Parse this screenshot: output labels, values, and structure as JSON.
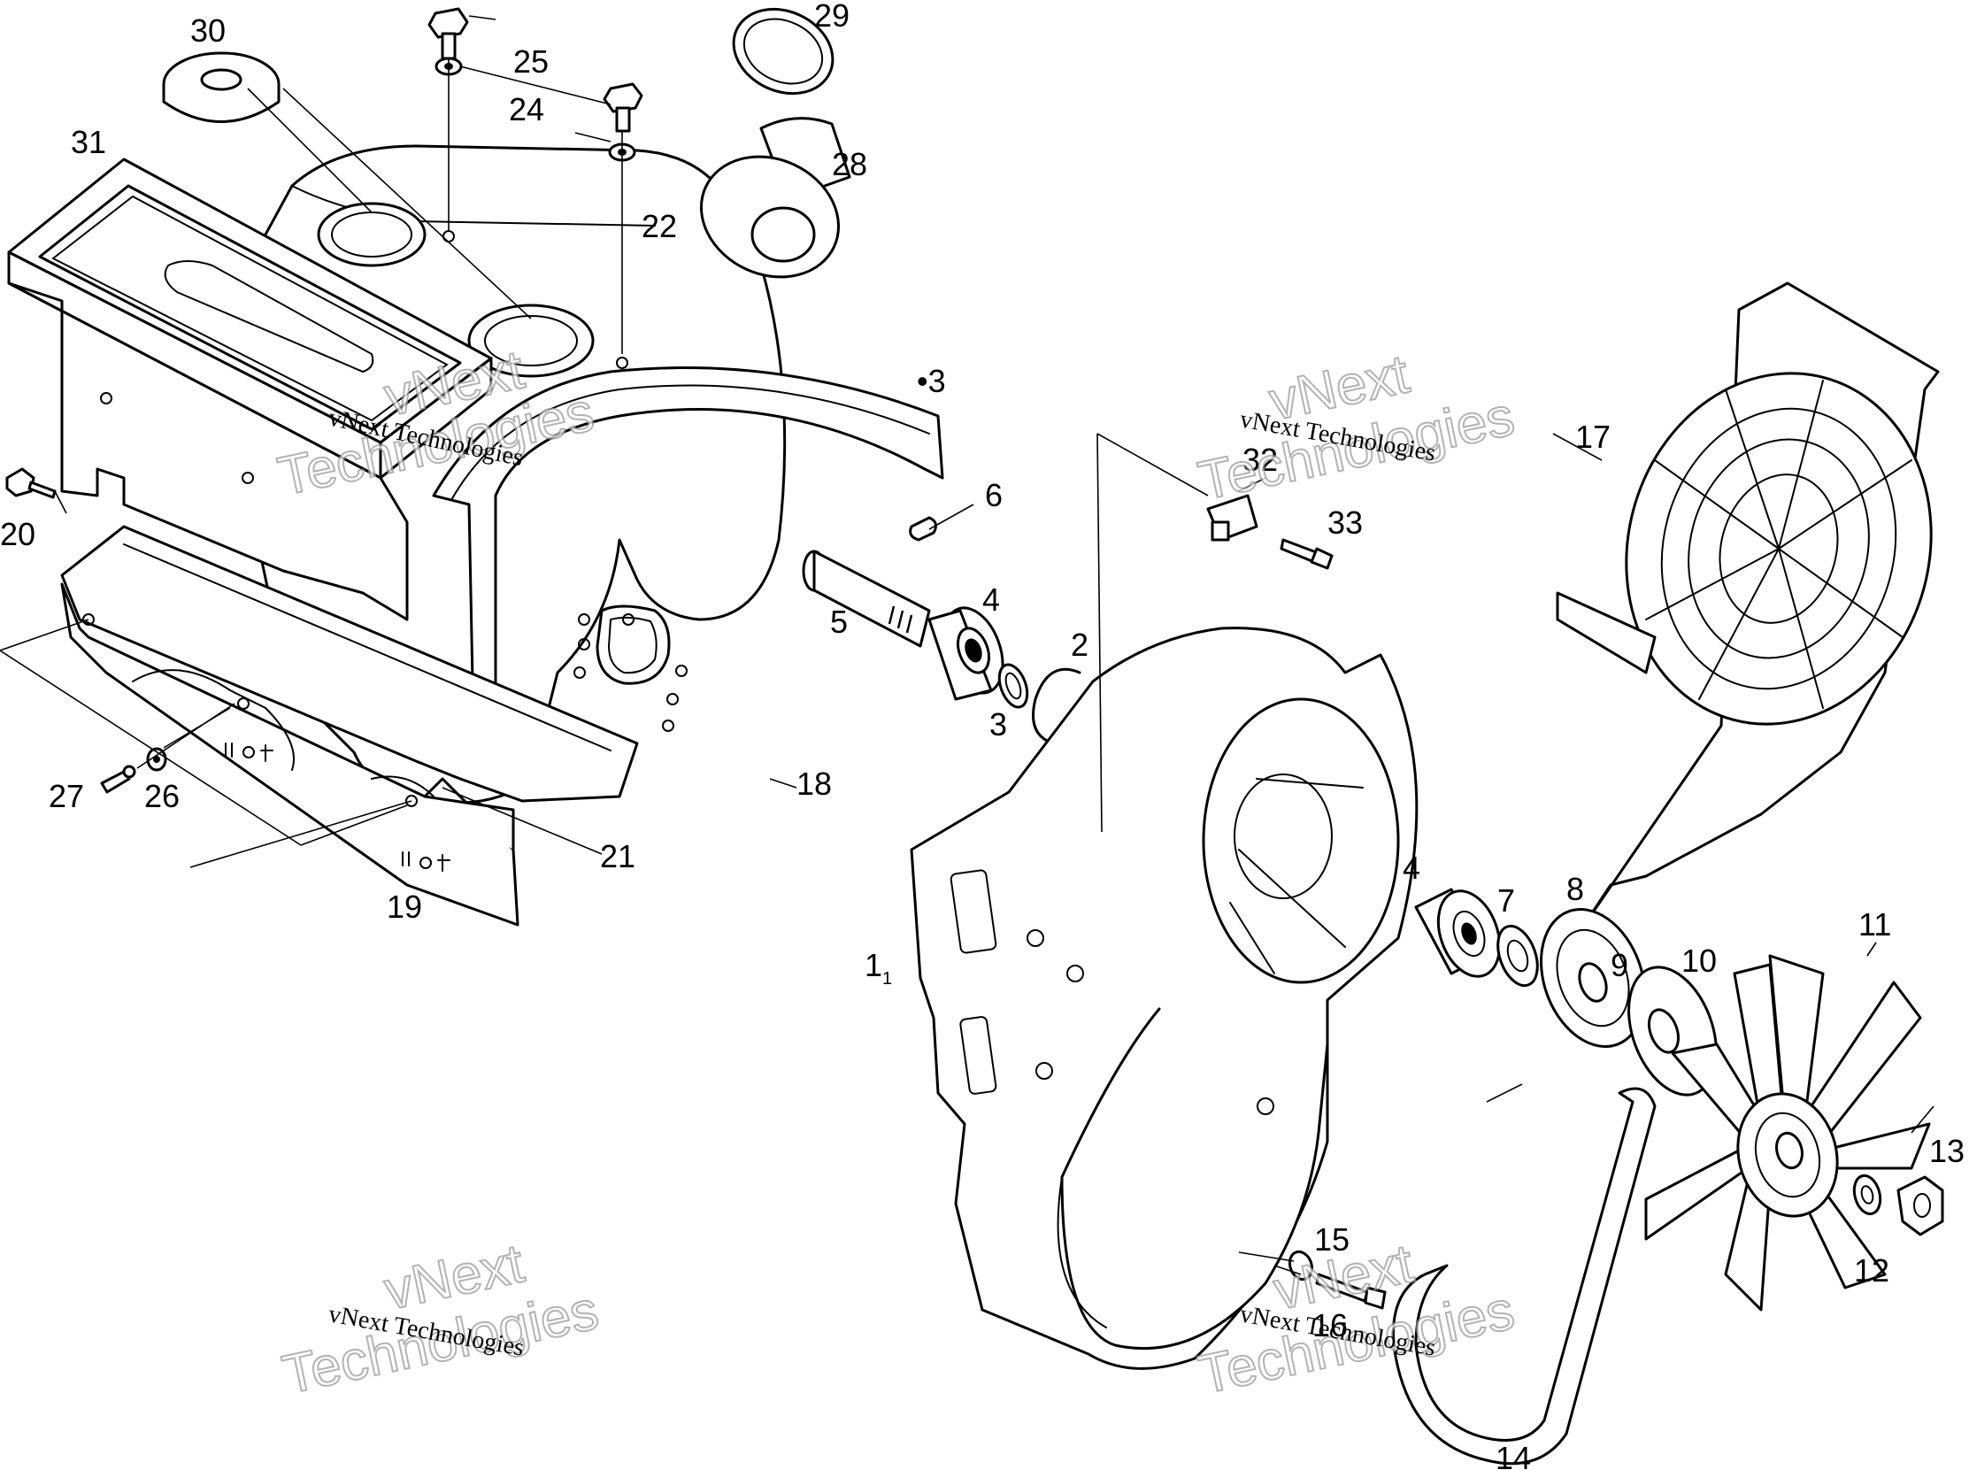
{
  "labels": {
    "p1": "1",
    "p1sub": "1",
    "p2": "2",
    "p3a": "3",
    "p3b": "•3",
    "p4a": "4",
    "p4b": "4",
    "p5": "5",
    "p6": "6",
    "p7": "7",
    "p8": "8",
    "p9": "9",
    "p10": "10",
    "p11": "11",
    "p12": "12",
    "p13": "13",
    "p14": "14",
    "p15": "15",
    "p16": "16",
    "p17": "17",
    "p18": "18",
    "p19": "19",
    "p20": "20",
    "p21": "21",
    "p22": "22",
    "p24": "24",
    "p25": "25",
    "p26": "26",
    "p27": "27",
    "p28": "28",
    "p29": "29",
    "p30": "30",
    "p31": "31",
    "p32": "32",
    "p33": "33"
  },
  "watermark": {
    "line1": "vNext",
    "line2": "Technologies",
    "small": "vNext Technologies"
  }
}
